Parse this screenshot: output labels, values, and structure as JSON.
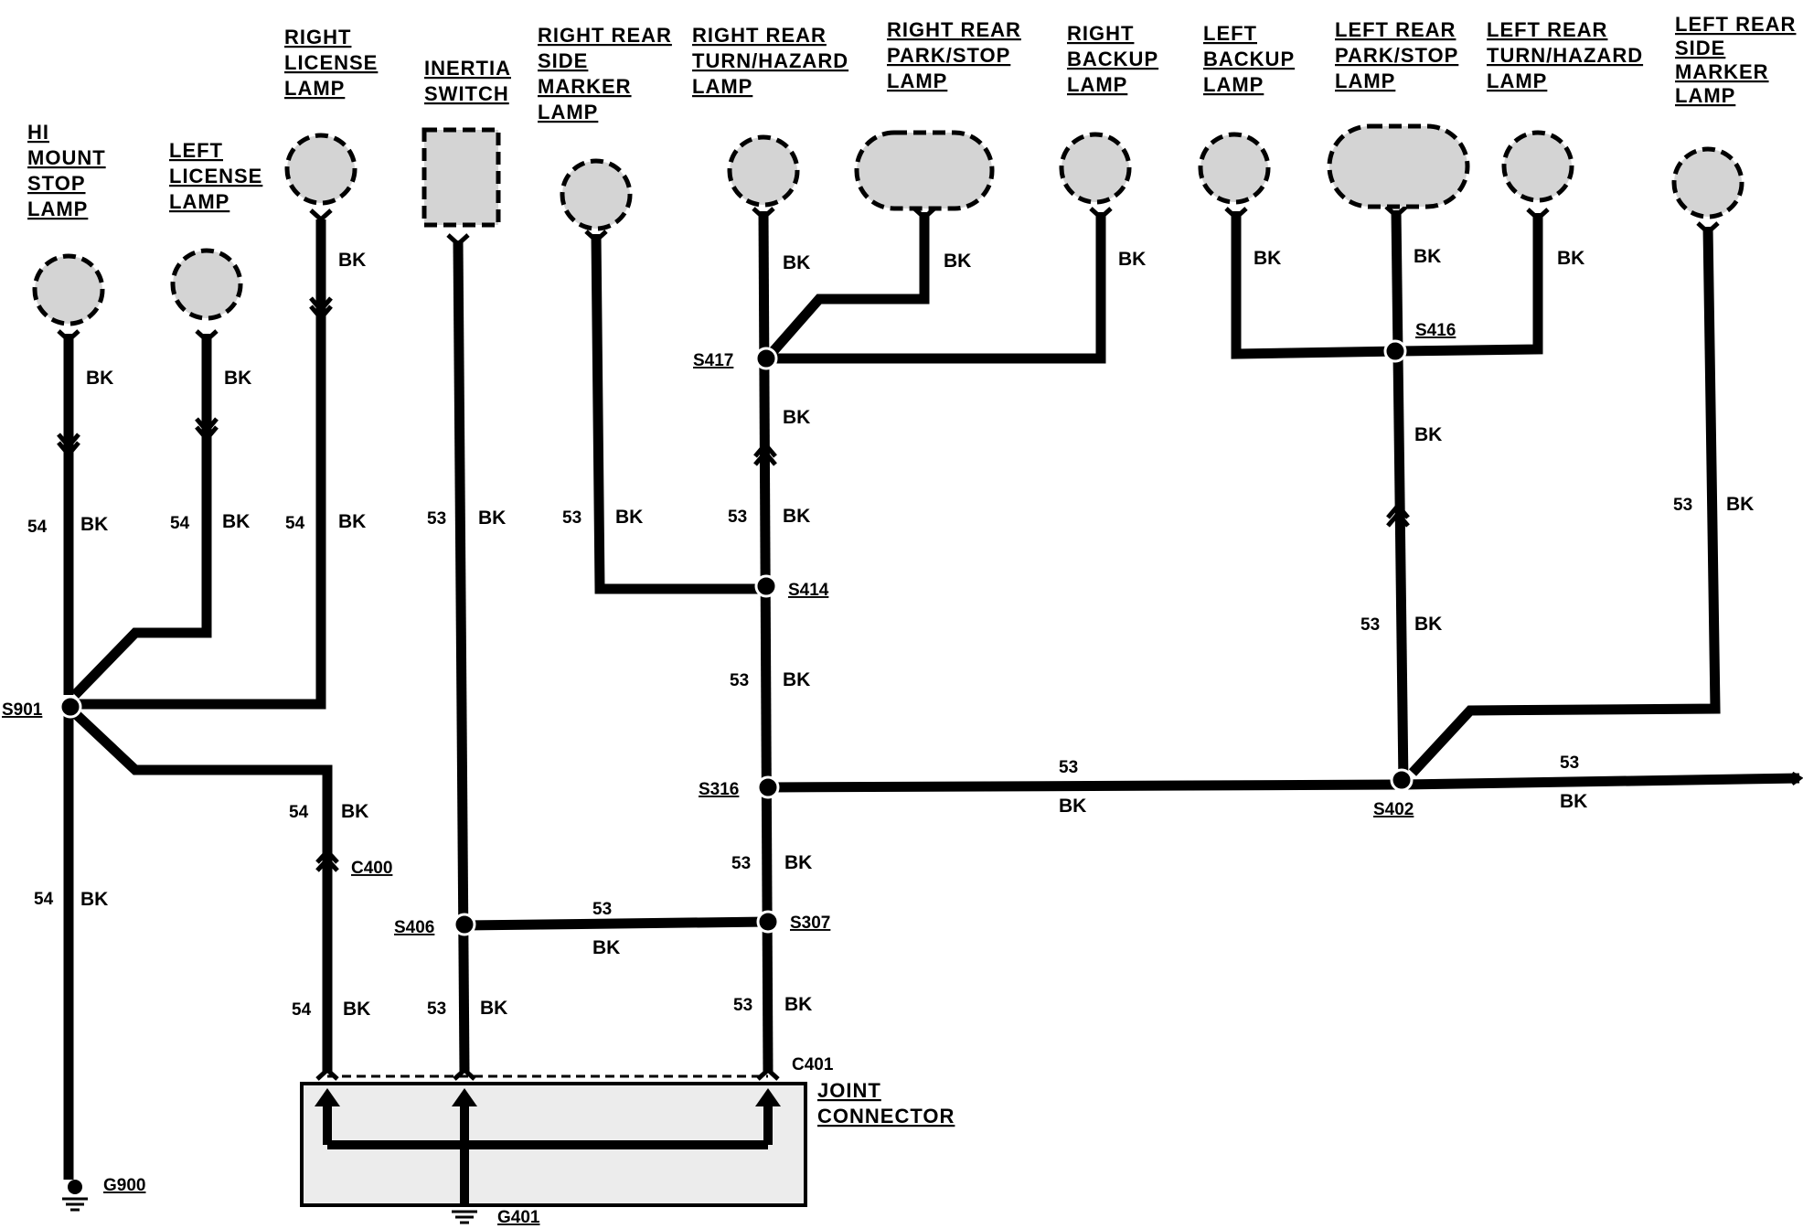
{
  "components": {
    "hi_mount": "HI\nMOUNT\nSTOP\nLAMP",
    "left_license": "LEFT\nLICENSE\nLAMP",
    "right_license": "RIGHT\nLICENSE\nLAMP",
    "inertia_switch": "INERTIA\nSWITCH",
    "rr_side_marker": "RIGHT REAR\nSIDE\nMARKER\nLAMP",
    "rr_turn": "RIGHT REAR\nTURN/HAZARD\nLAMP",
    "rr_park": "RIGHT REAR\nPARK/STOP\nLAMP",
    "right_backup": "RIGHT\nBACKUP\nLAMP",
    "left_backup": "LEFT\nBACKUP\nLAMP",
    "lr_park": "LEFT REAR\nPARK/STOP\nLAMP",
    "lr_turn": "LEFT REAR\nTURN/HAZARD\nLAMP",
    "lr_side_marker": "LEFT REAR\nSIDE\nMARKER\nLAMP",
    "joint_connector": "JOINT\nCONNECTOR"
  },
  "splices": {
    "s901": "S901",
    "s417": "S417",
    "s414": "S414",
    "s416": "S416",
    "s316": "S316",
    "s402": "S402",
    "s406": "S406",
    "s307": "S307"
  },
  "connectors": {
    "c400": "C400",
    "c401": "C401"
  },
  "grounds": {
    "g900": "G900",
    "g401": "G401"
  },
  "wire_color": "BK",
  "circuits": {
    "c54": "54",
    "c53": "53"
  }
}
